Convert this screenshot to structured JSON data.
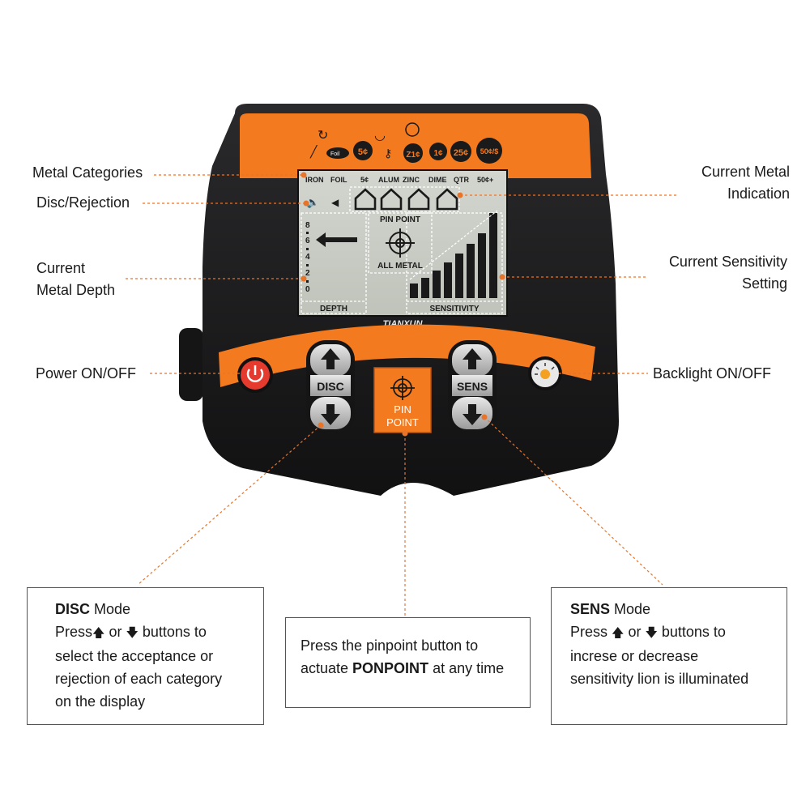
{
  "callouts": {
    "metal_categories": "Metal Categories",
    "disc_rejection": "Disc/Rejection",
    "current_depth_l1": "Current",
    "current_depth_l2": "Metal Depth",
    "power": "Power ON/OFF",
    "current_metal_l1": "Current Metal",
    "current_metal_l2": "Indication",
    "current_sens_l1": "Current Sensitivity",
    "current_sens_l2": "Setting",
    "backlight": "Backlight  ON/OFF"
  },
  "top_icons": [
    "Foil",
    "5¢",
    "Z1¢",
    "1¢",
    "25¢",
    "50¢/$"
  ],
  "lcd": {
    "categories": [
      "IRON",
      "FOIL",
      "5¢",
      "ALUM",
      "ZINC",
      "DIME",
      "QTR",
      "50¢+"
    ],
    "depth_scale": [
      "8",
      "6",
      "4",
      "2",
      "0"
    ],
    "pinpoint_top": "PIN POINT",
    "pinpoint_bottom": "ALL METAL",
    "depth_label": "DEPTH",
    "sensitivity_label": "SENSITIVITY"
  },
  "brand": "TIANXUN",
  "buttons": {
    "disc": "DISC",
    "sens": "SENS",
    "pin_l1": "PIN",
    "pin_l2": "POINT"
  },
  "boxes": {
    "disc_title": "DISC",
    "disc_mode": " Mode",
    "disc_press": "Press",
    "disc_or": " or ",
    "disc_buttons_to": " buttons to",
    "disc_l2": "select  the acceptance or",
    "disc_l3": "rejection of each category",
    "disc_l4": "on the display",
    "pin_l1": "Press the pinpoint button to",
    "pin_l2a": "actuate ",
    "pin_l2b": "PONPOINT",
    "pin_l2c": " at any time",
    "sens_title": "SENS",
    "sens_mode": " Mode",
    "sens_press": "Press ",
    "sens_or": " or ",
    "sens_buttons_to": " buttons to",
    "sens_l2": "increse or decrease",
    "sens_l3": "sensitivity lion is illuminated"
  },
  "colors": {
    "orange": "#f47a1f",
    "body": "#1c1c1e",
    "lcd": "#c9cdc4",
    "leader": "#e8742a"
  }
}
